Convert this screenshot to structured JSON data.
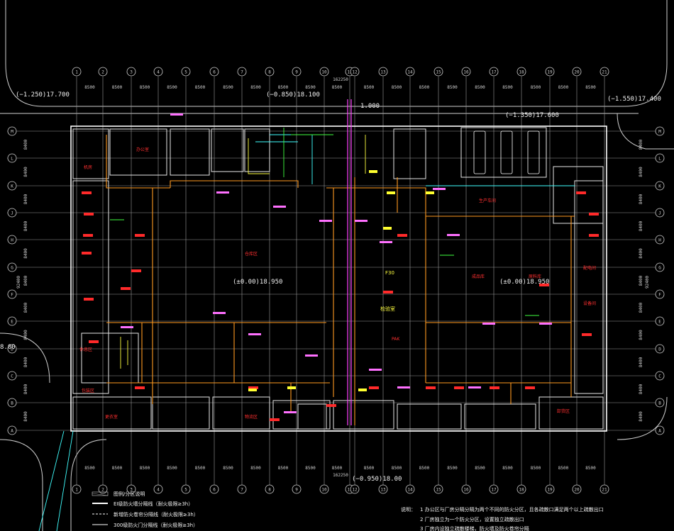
{
  "grid": {
    "columns": [
      "1",
      "2",
      "3",
      "4",
      "5",
      "6",
      "7",
      "8",
      "9",
      "10",
      "11",
      "12",
      "13",
      "14",
      "15",
      "16",
      "17",
      "18",
      "19",
      "20",
      "21"
    ],
    "rows": [
      "M",
      "L",
      "K",
      "J",
      "H",
      "G",
      "F",
      "E",
      "D",
      "C",
      "B",
      "A"
    ],
    "col_spacing_label": "8500",
    "row_spacing_label": "8400",
    "total_width_label": "162250",
    "total_height_label": "92400"
  },
  "elevations": {
    "top_left": "(−1.250)17.700",
    "top_mid": "(−0.850)18.100",
    "top_mid2": "1.000",
    "top_right_a": "(−1.350)17.600",
    "top_right_b": "(−1.550)17.400",
    "center_left": "(±0.00)18.950",
    "center_right": "(±0.00)18.950",
    "bottom_mid": "(−0.950)18.00",
    "left_edge": "8.00"
  },
  "rooms": {
    "r1": "办公室",
    "r2": "机房",
    "r3": "仓库区",
    "r4": "生产车间",
    "r5": "成品库",
    "r6": "原料库",
    "r7": "包装区",
    "r8": "休息区",
    "r9": "配电间",
    "r10": "设备间",
    "r11": "物流区",
    "r12": "卸货区",
    "r13": "F30",
    "r14": "PAK",
    "r15": "检验室",
    "r16": "更衣室"
  },
  "legend": {
    "l1": "图例/分区说明",
    "l2": "EI级防火墙分隔线（耐火极限≥3h）",
    "l3": "新增防火卷帘分隔线（耐火极限≥3h）",
    "l4": "300级防火门分隔线（耐火极限≥3h）"
  },
  "notes": {
    "n_title": "说明：",
    "n1": "1 办公区与厂房分隔分隔为两个不同的防火分区，且各疏散口满足两个以上疏散出口",
    "n2": "2 厂房独立为一个防火分区，设置独立疏散出口",
    "n3": "3 厂房内设独立疏散楼梯，防火墙及防火卷帘分隔"
  }
}
